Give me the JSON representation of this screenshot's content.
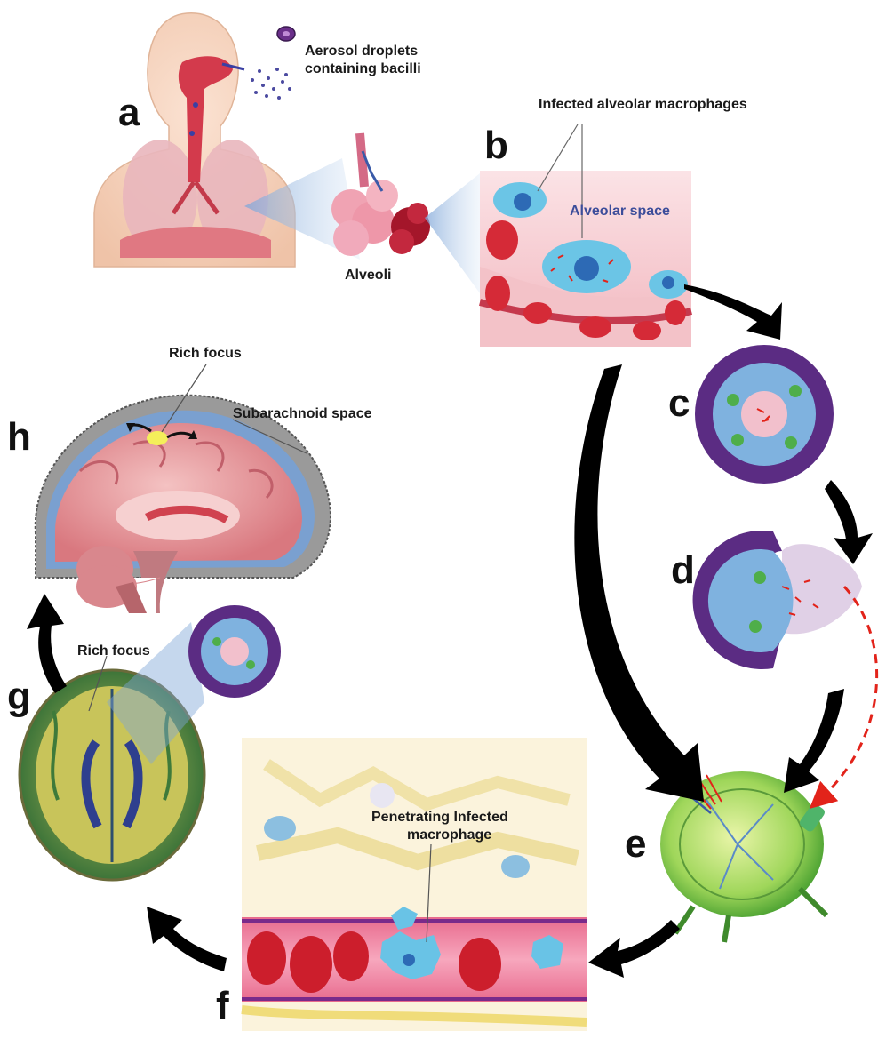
{
  "panels": {
    "a": {
      "letter": "a",
      "caption_line1": "Aerosol droplets",
      "caption_line2": "containing bacilli"
    },
    "b": {
      "letter": "b",
      "caption_macrophages": "Infected alveolar macrophages",
      "caption_space": "Alveolar space",
      "caption_alveoli": "Alveoli"
    },
    "c": {
      "letter": "c"
    },
    "d": {
      "letter": "d"
    },
    "e": {
      "letter": "e"
    },
    "f": {
      "letter": "f",
      "caption_line1": "Penetrating Infected",
      "caption_line2": "macrophage"
    },
    "g": {
      "letter": "g",
      "caption": "Rich focus"
    },
    "h": {
      "letter": "h",
      "caption_focus": "Rich focus",
      "caption_space": "Subarachnoid space"
    }
  },
  "colors": {
    "body": "#f5d3bd",
    "lung": "#e7a9ae",
    "airway": "#d33a4c",
    "macrophage": "#69c3e6",
    "nucleus": "#2d6ab5",
    "granuloma_cell": "#6b2c8a",
    "rbc": "#d0202c",
    "brain": "#e59aa0",
    "lymph_node": "#7cc84a",
    "mri_white": "#d8d46a",
    "mri_green": "#3e7a3a",
    "arrow": "#000000",
    "dashed_arrow": "#e2231a",
    "label_blue": "#3c4d9a"
  }
}
